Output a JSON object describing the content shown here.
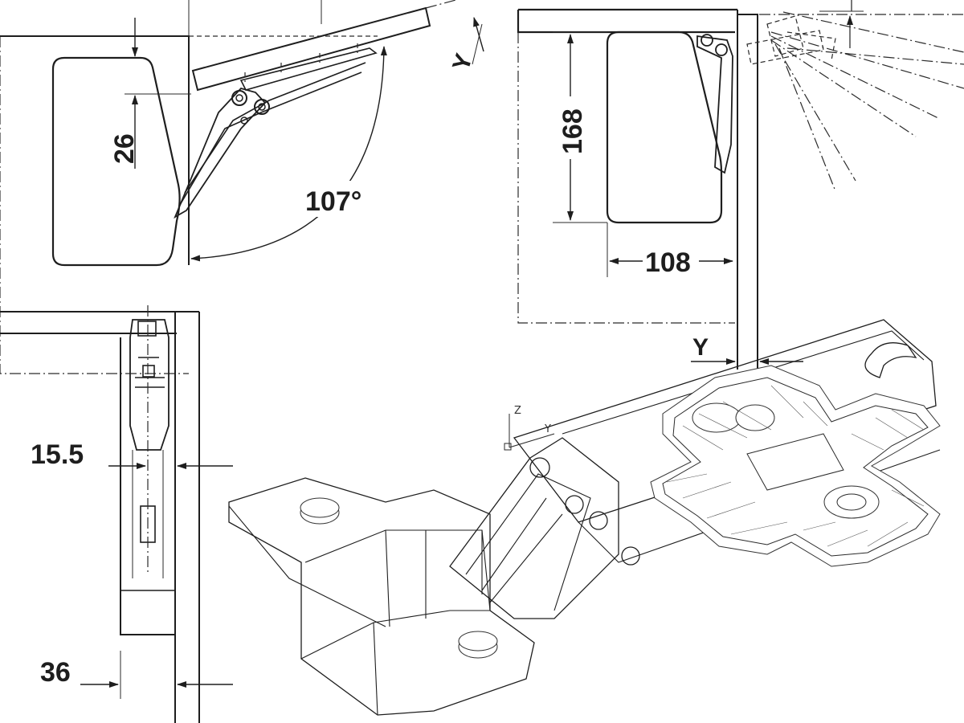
{
  "dimensions": {
    "side_gap": "26",
    "opening_angle": "107°",
    "height": "168",
    "width": "108",
    "y_top": "Y",
    "y_offset": "Y",
    "overlay": "15.5",
    "panel_thickness": "36"
  },
  "axes": {
    "z_label": "Z",
    "y_label": "Y"
  }
}
